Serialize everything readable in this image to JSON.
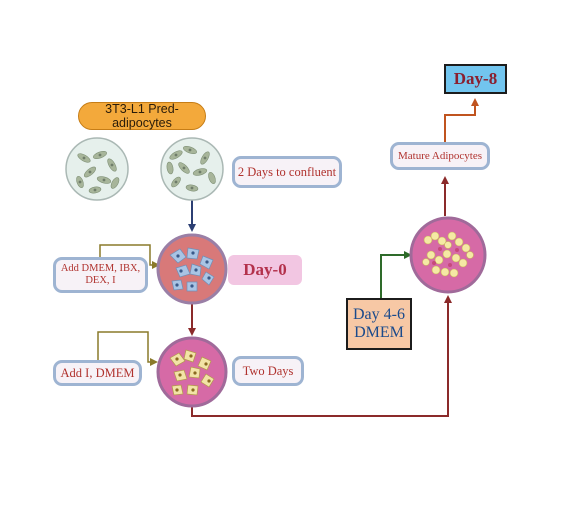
{
  "labels": {
    "start": "3T3-L1 Pred-adipocytes",
    "confluent": "2 Days to confluent",
    "add1_line1": "Add DMEM, IBX,",
    "add1_line2": "DEX, I",
    "day0": "Day-0",
    "add2": "Add  I, DMEM",
    "two_days": "Two Days",
    "day46_line1": "Day 4-6",
    "day46_line2": "DMEM",
    "mature": "Mature Adipocytes",
    "day8": "Day-8"
  },
  "colors": {
    "orange": "#f3a93b",
    "blue_border": "#9eb4d2",
    "red_text": "#b0322e",
    "dark_red_arrow": "#8b2a2a",
    "green_arrow": "#2e6b2a",
    "navy_arrow": "#2c3f73",
    "pink_cell": "#d66aa6",
    "salmon_cell": "#d87979",
    "dish": "#e6f0ec"
  }
}
